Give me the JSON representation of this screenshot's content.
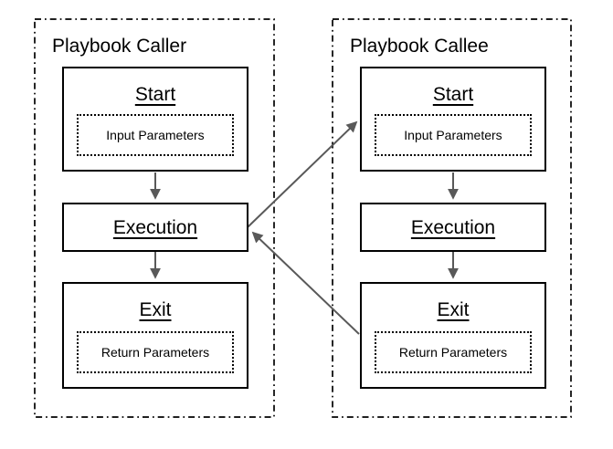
{
  "diagram": {
    "type": "flowchart",
    "colors": {
      "background": "#ffffff",
      "border": "#000000",
      "text": "#000000",
      "arrow": "#595959"
    },
    "containers": [
      {
        "id": "caller",
        "title": "Playbook Caller",
        "nodes": [
          {
            "label": "Start",
            "sub": "Input Parameters"
          },
          {
            "label": "Execution"
          },
          {
            "label": "Exit",
            "sub": "Return Parameters"
          }
        ]
      },
      {
        "id": "callee",
        "title": "Playbook Callee",
        "nodes": [
          {
            "label": "Start",
            "sub": "Input Parameters"
          },
          {
            "label": "Execution"
          },
          {
            "label": "Exit",
            "sub": "Return Parameters"
          }
        ]
      }
    ],
    "edges": [
      {
        "from": "caller-start",
        "to": "caller-execution"
      },
      {
        "from": "caller-execution",
        "to": "caller-exit"
      },
      {
        "from": "callee-start",
        "to": "callee-execution"
      },
      {
        "from": "callee-execution",
        "to": "callee-exit"
      },
      {
        "from": "caller-execution",
        "to": "callee-start"
      },
      {
        "from": "callee-exit",
        "to": "caller-execution"
      }
    ]
  }
}
